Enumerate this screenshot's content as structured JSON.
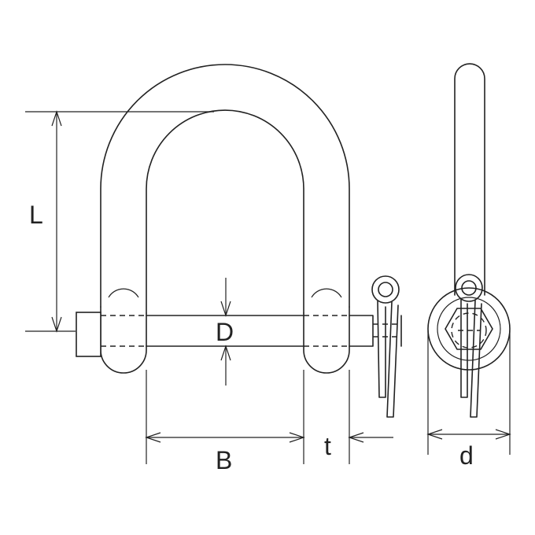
{
  "labels": {
    "L": "L",
    "D": "D",
    "B": "B",
    "t": "t",
    "d": "d"
  },
  "colors": {
    "line": "#222222",
    "background": "#ffffff"
  }
}
